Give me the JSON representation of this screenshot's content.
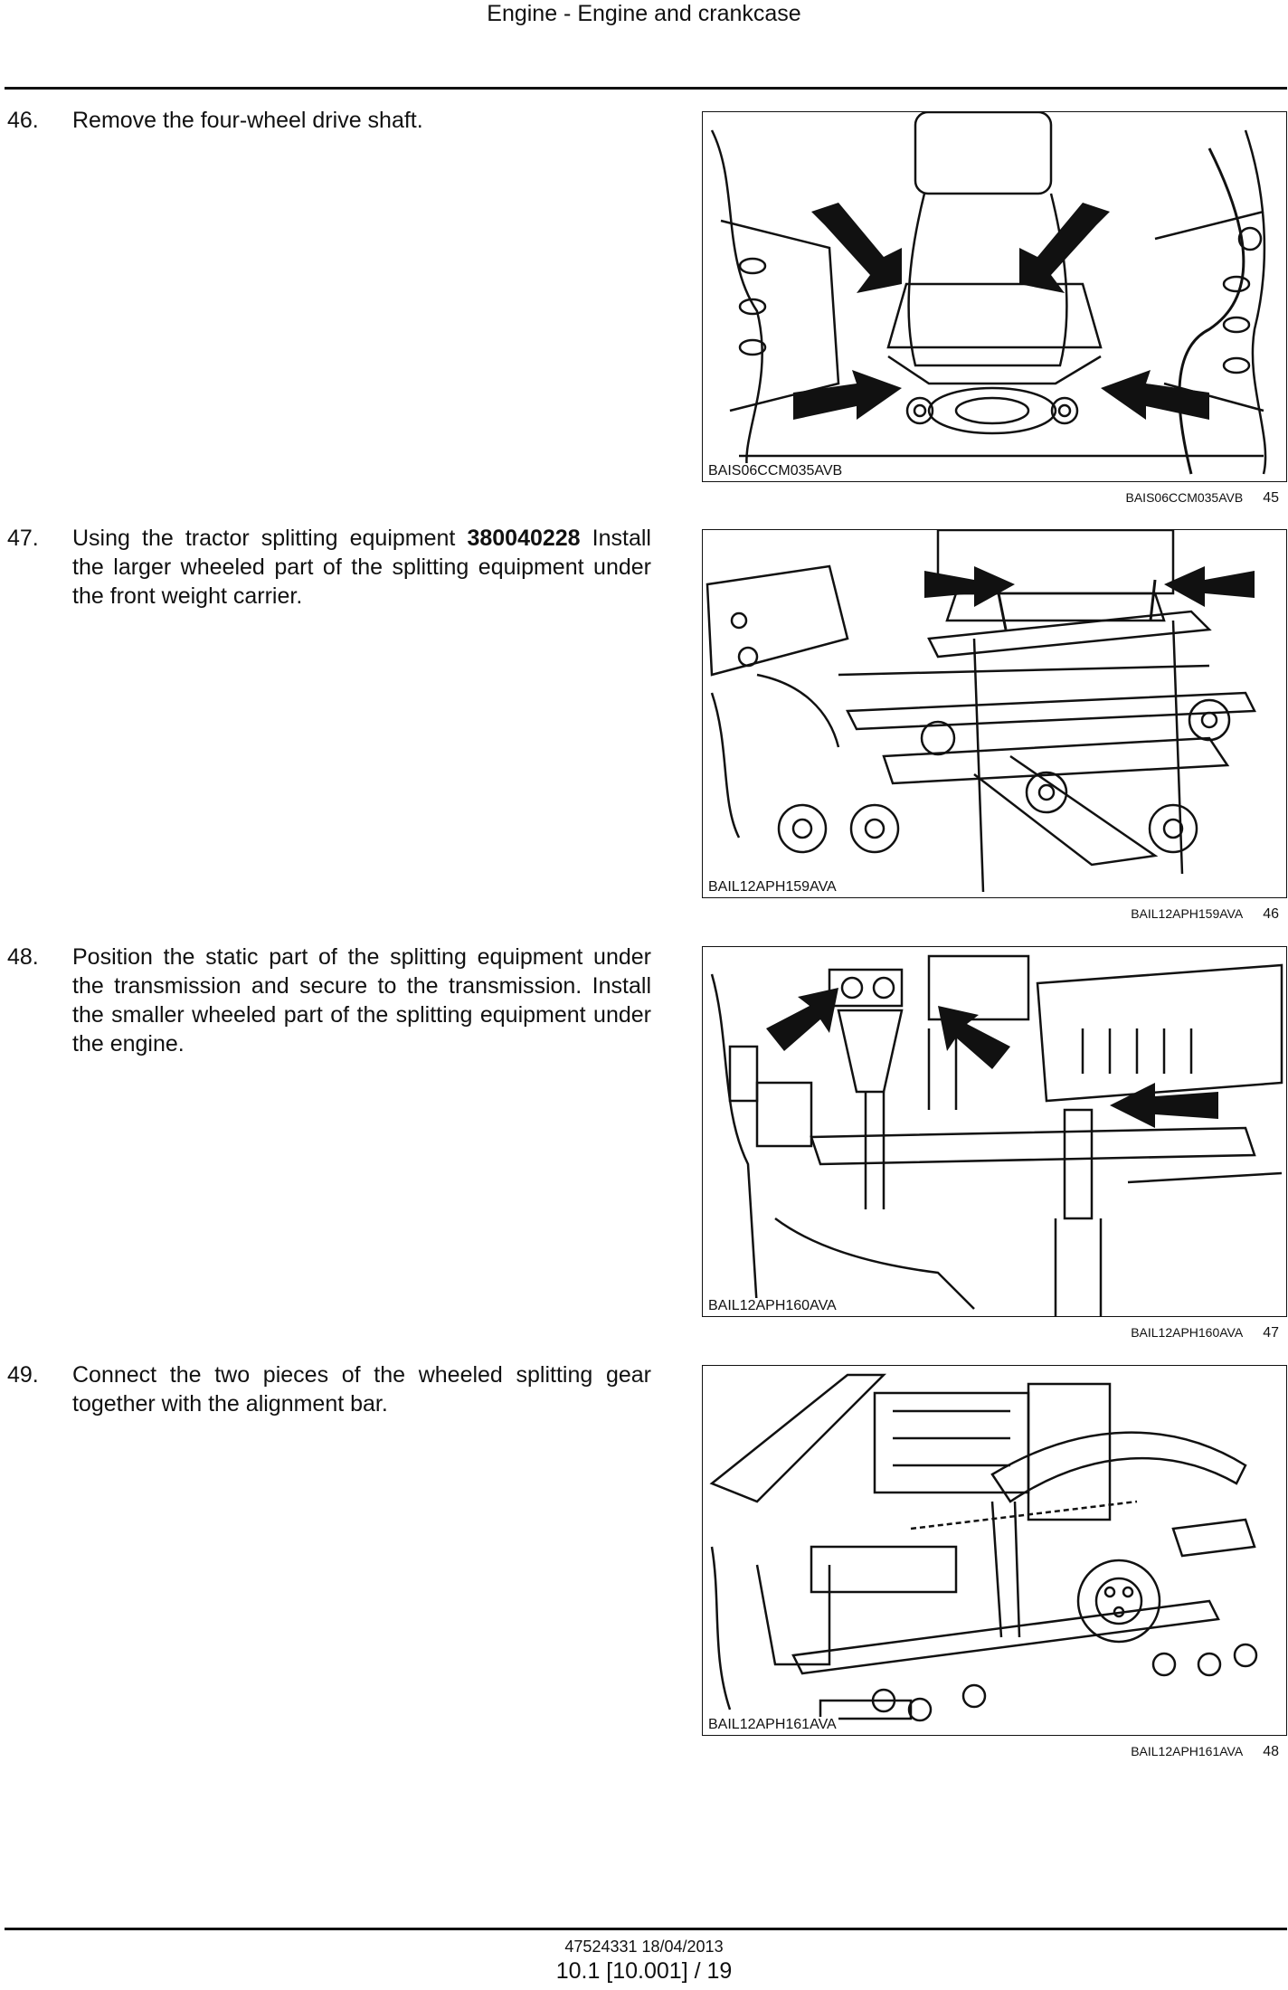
{
  "header": {
    "title": "Engine - Engine and crankcase"
  },
  "steps": [
    {
      "number": "46.",
      "text_before": "Remove the four-wheel drive shaft.",
      "bold": "",
      "text_after": "",
      "figure_code": "BAIS06CCM035AVB",
      "caption_code": "BAIS06CCM035AVB",
      "caption_number": "45"
    },
    {
      "number": "47.",
      "text_before": "Using the tractor splitting equipment ",
      "bold": "380040228",
      "text_after": " Install the larger wheeled part of the splitting equipment under the front weight carrier.",
      "figure_code": "BAIL12APH159AVA",
      "caption_code": "BAIL12APH159AVA",
      "caption_number": "46"
    },
    {
      "number": "48.",
      "text_before": "Position the static part of the splitting equipment under the transmission and secure to the transmission. Install the smaller wheeled part of the splitting equipment under the engine.",
      "bold": "",
      "text_after": "",
      "figure_code": "BAIL12APH160AVA",
      "caption_code": "BAIL12APH160AVA",
      "caption_number": "47"
    },
    {
      "number": "49.",
      "text_before": "Connect the two pieces of the wheeled splitting gear together with the alignment bar.",
      "bold": "",
      "text_after": "",
      "figure_code": "BAIL12APH161AVA",
      "caption_code": "BAIL12APH161AVA",
      "caption_number": "48"
    }
  ],
  "footer": {
    "doc_ref": "47524331 18/04/2013",
    "page_ref": "10.1 [10.001] / 19"
  }
}
